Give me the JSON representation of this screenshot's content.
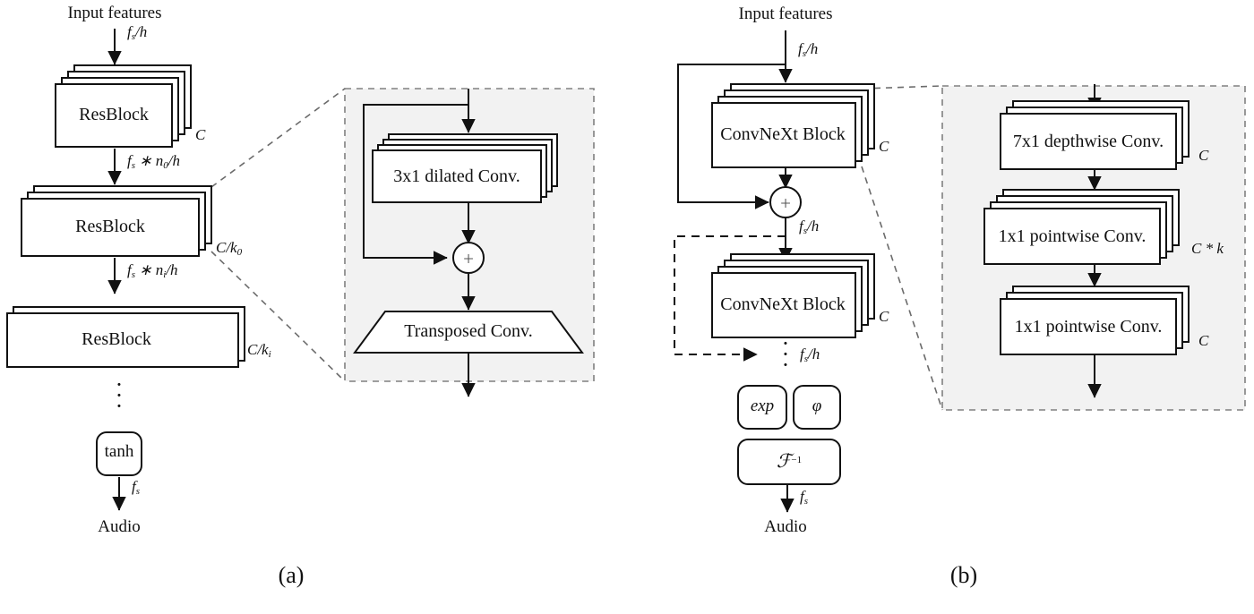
{
  "figure": {
    "type": "neural-network-architecture-diagram",
    "background": "#ffffff",
    "inset_panel_fill": "#f2f2f2",
    "inset_panel_border": "#808080",
    "stroke": "#111111"
  },
  "panel_a": {
    "caption": "(a)",
    "header": "Input features",
    "arrows": [
      {
        "label": "fs/h",
        "label_base": "f",
        "label_sub": "s",
        "label_rest": "/h"
      },
      {
        "label": "fs * n0/h"
      },
      {
        "label": "fs * ni/h"
      },
      {
        "label": "fs"
      }
    ],
    "blocks": [
      {
        "name": "ResBlock",
        "multiplicity": "C",
        "stack": 3
      },
      {
        "name": "ResBlock",
        "multiplicity": "C/k0",
        "stack": 2
      },
      {
        "name": "ResBlock",
        "multiplicity": "C/ki",
        "stack": 1
      }
    ],
    "vertical_dots": "⋮",
    "activation": "tanh",
    "output": "Audio",
    "inset": {
      "blocks": [
        {
          "name": "3x1 dilated Conv.",
          "stack": 3,
          "shape": "rect"
        },
        {
          "name": "Transposed Conv.",
          "stack": 0,
          "shape": "trapezoid"
        }
      ],
      "adder": "+",
      "residual": true
    }
  },
  "panel_b": {
    "caption": "(b)",
    "header": "Input features",
    "arrows": [
      {
        "label": "fs/h"
      },
      {
        "label": "fs/h"
      },
      {
        "label": "fs/h"
      },
      {
        "label": "fs"
      }
    ],
    "blocks": [
      {
        "name": "ConvNeXt Block",
        "multiplicity": "C",
        "stack": 3
      },
      {
        "name": "ConvNeXt Block",
        "multiplicity": "C",
        "stack": 3
      }
    ],
    "adder": "+",
    "vertical_dots": "⋮",
    "heads": [
      {
        "name": "exp"
      },
      {
        "name": "φ"
      }
    ],
    "inverse_transform": {
      "base": "ℱ",
      "exponent": "−1"
    },
    "output": "Audio",
    "inset": {
      "blocks": [
        {
          "name": "7x1 depthwise Conv.",
          "multiplicity": "C",
          "stack": 2
        },
        {
          "name": "1x1 pointwise Conv.",
          "multiplicity": "C * k",
          "stack": 3
        },
        {
          "name": "1x1 pointwise Conv.",
          "multiplicity": "C",
          "stack": 2
        }
      ]
    }
  }
}
